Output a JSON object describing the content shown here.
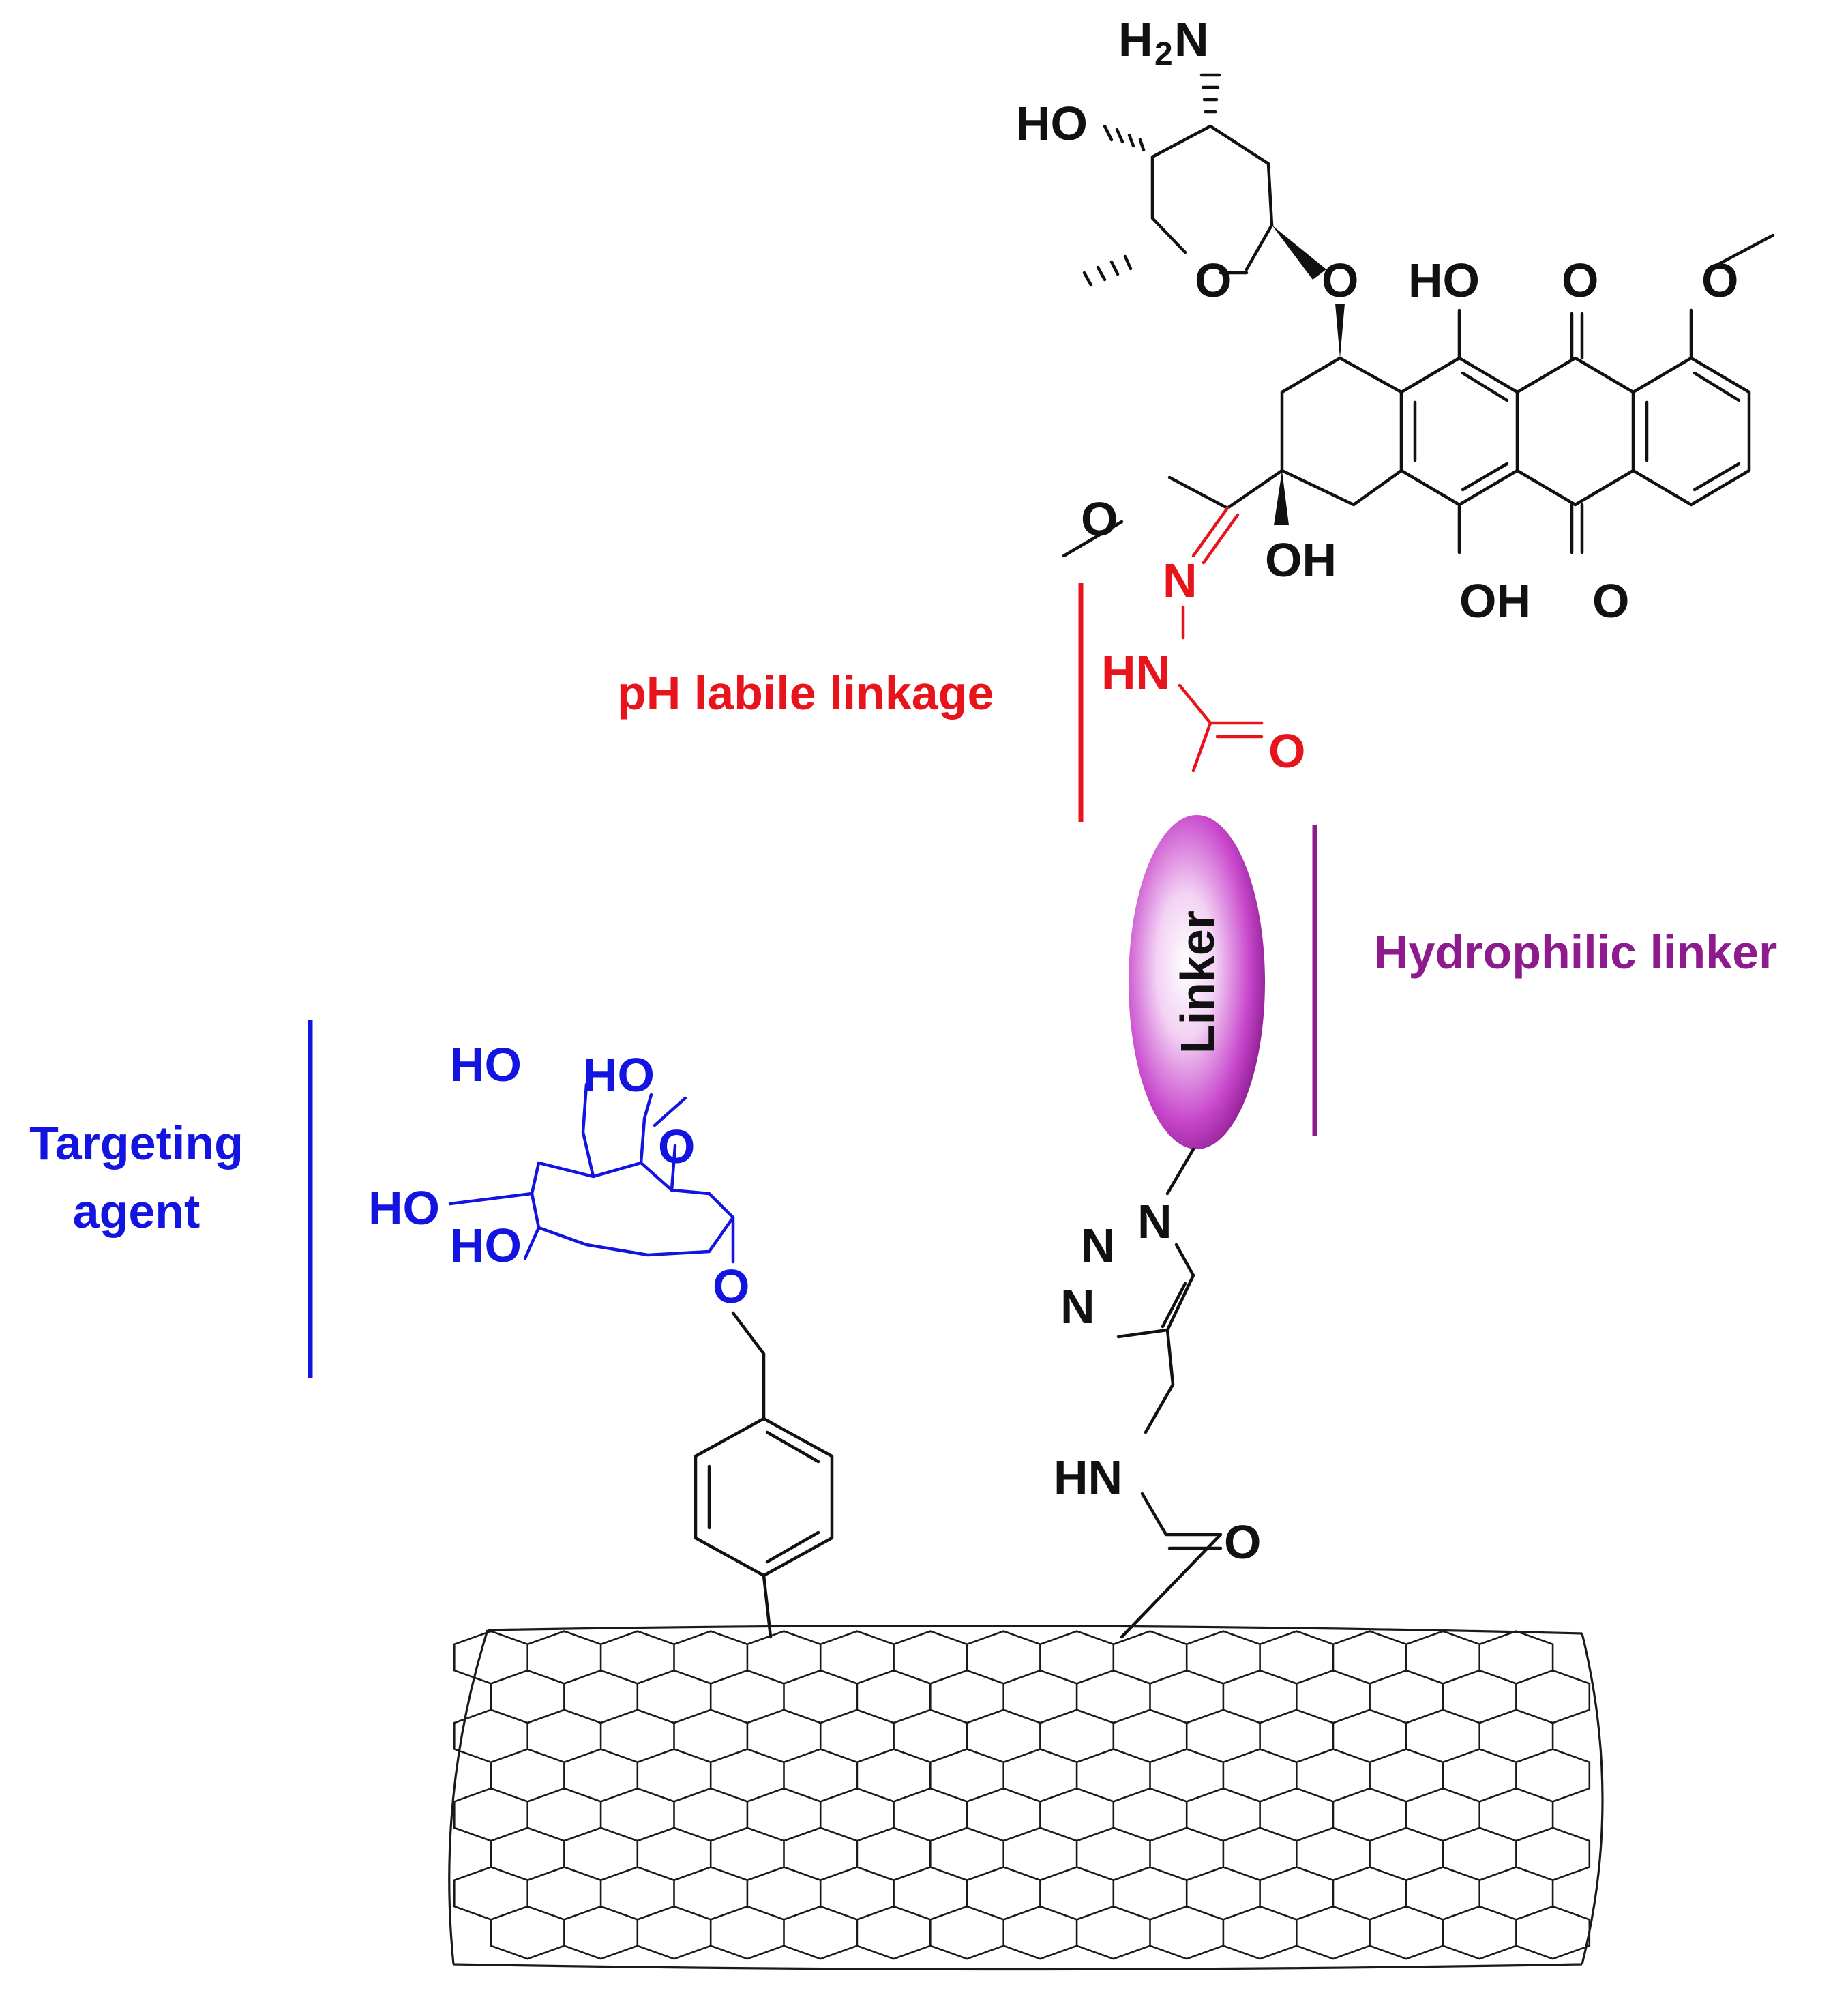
{
  "colors": {
    "red": "#e8141c",
    "purple": "#8e1b8e",
    "blue": "#1414e0",
    "black": "#111111",
    "linker_fill": "#c040c8"
  },
  "labels": {
    "ph_labile": "pH labile linkage",
    "hydrophilic": "Hydrophilic linker",
    "targeting_line1": "Targeting",
    "targeting_line2": "agent",
    "linker_text": "Linker"
  },
  "atoms": {
    "h2n_h": "H",
    "h2n_2": "2",
    "h2n_n": "N",
    "sugar_ho": "HO",
    "sugar_ring_o": "O",
    "glycosidic_o": "O",
    "ho_top": "HO",
    "ketone_top_o": "O",
    "methoxy_o": "O",
    "side_ether_o": "O",
    "oh_mid": "OH",
    "oh_bottom": "OH",
    "ketone_bottom_o": "O",
    "hydrazone_n": "N",
    "hydrazide_hn": "HN",
    "hydrazide_o": "O",
    "mannose_ho1": "HO",
    "mannose_ho2": "HO",
    "mannose_ring_o": "O",
    "mannose_ho3": "HO",
    "mannose_ho4": "HO",
    "mannose_o": "O",
    "triazole_n1": "N",
    "triazole_n2": "N",
    "triazole_n3": "N",
    "amide_hn": "HN",
    "amide_o": "O"
  }
}
